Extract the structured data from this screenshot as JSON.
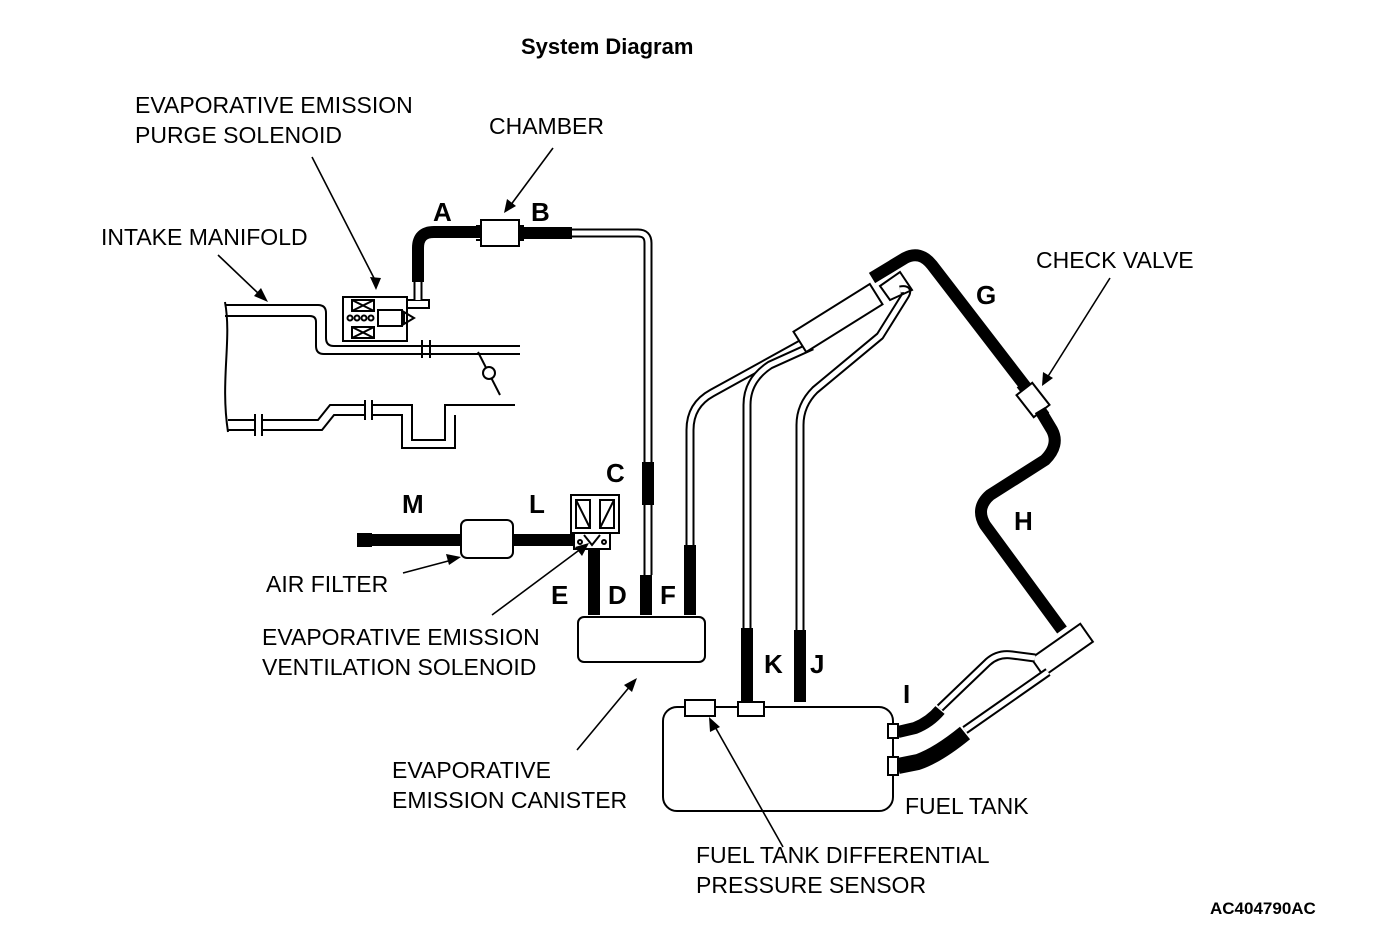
{
  "title": "System Diagram",
  "labels": {
    "purge_solenoid_line1": "EVAPORATIVE EMISSION",
    "purge_solenoid_line2": "PURGE SOLENOID",
    "chamber": "CHAMBER",
    "intake_manifold": "INTAKE MANIFOLD",
    "check_valve": "CHECK VALVE",
    "air_filter": "AIR FILTER",
    "ventilation_solenoid_line1": "EVAPORATIVE EMISSION",
    "ventilation_solenoid_line2": "VENTILATION SOLENOID",
    "canister_line1": "EVAPORATIVE",
    "canister_line2": "EMISSION CANISTER",
    "fuel_tank": "FUEL TANK",
    "pressure_sensor_line1": "FUEL TANK DIFFERENTIAL",
    "pressure_sensor_line2": "PRESSURE SENSOR"
  },
  "hose_letters": {
    "a": "A",
    "b": "B",
    "c": "C",
    "d": "D",
    "e": "E",
    "f": "F",
    "g": "G",
    "h": "H",
    "i": "I",
    "j": "J",
    "k": "K",
    "l": "L",
    "m": "M"
  },
  "figure_code": "AC404790AC",
  "colors": {
    "line": "#000000",
    "background": "#ffffff"
  }
}
